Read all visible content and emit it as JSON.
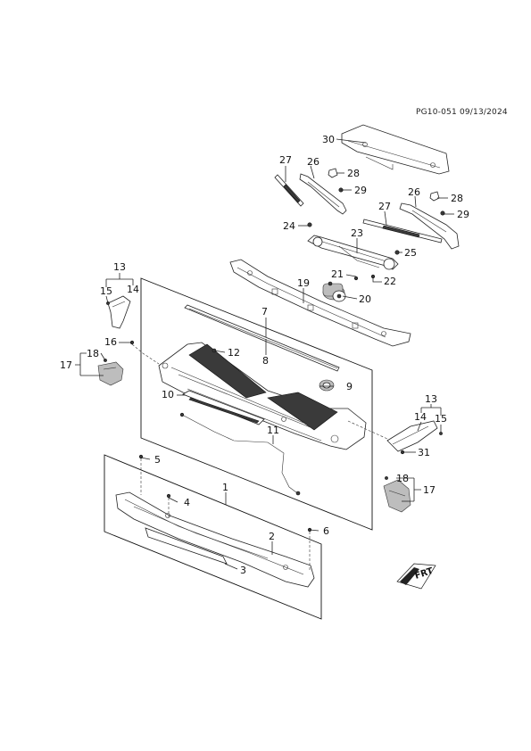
{
  "header": {
    "doc_id": "PG10-051  09/13/2024"
  },
  "callouts": {
    "c1": "1",
    "c2": "2",
    "c3": "3",
    "c4": "4",
    "c5": "5",
    "c6": "6",
    "c7": "7",
    "c8": "8",
    "c9": "9",
    "c10": "10",
    "c11": "11",
    "c12": "12",
    "c13a": "13",
    "c13b": "13",
    "c14a": "14",
    "c14b": "14",
    "c15a": "15",
    "c15b": "15",
    "c16": "16",
    "c17a": "17",
    "c17b": "17",
    "c18a": "18",
    "c18b": "18",
    "c19": "19",
    "c20": "20",
    "c21": "21",
    "c22": "22",
    "c23": "23",
    "c24": "24",
    "c25": "25",
    "c26a": "26",
    "c26b": "26",
    "c27a": "27",
    "c27b": "27",
    "c28a": "28",
    "c28b": "28",
    "c29a": "29",
    "c29b": "29",
    "c30": "30",
    "c31": "31"
  },
  "front_logo": {
    "label": "FRT"
  }
}
